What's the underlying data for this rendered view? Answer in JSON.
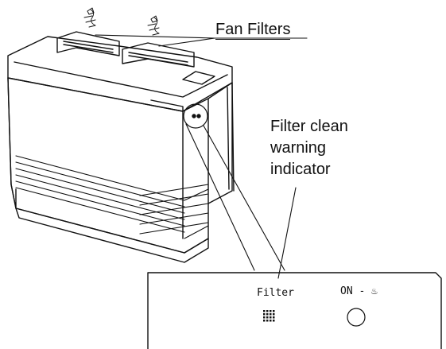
{
  "labels": {
    "fan_filters": "Fan Filters",
    "warning_indicator": "Filter clean warning indicator",
    "panel_filter": "Filter",
    "panel_on": "ON - ♨"
  },
  "icons": {
    "filter_indicator": "grid-dots-icon",
    "power_button": "circle-button-icon",
    "airflow": "airflow-swirl-icon"
  }
}
